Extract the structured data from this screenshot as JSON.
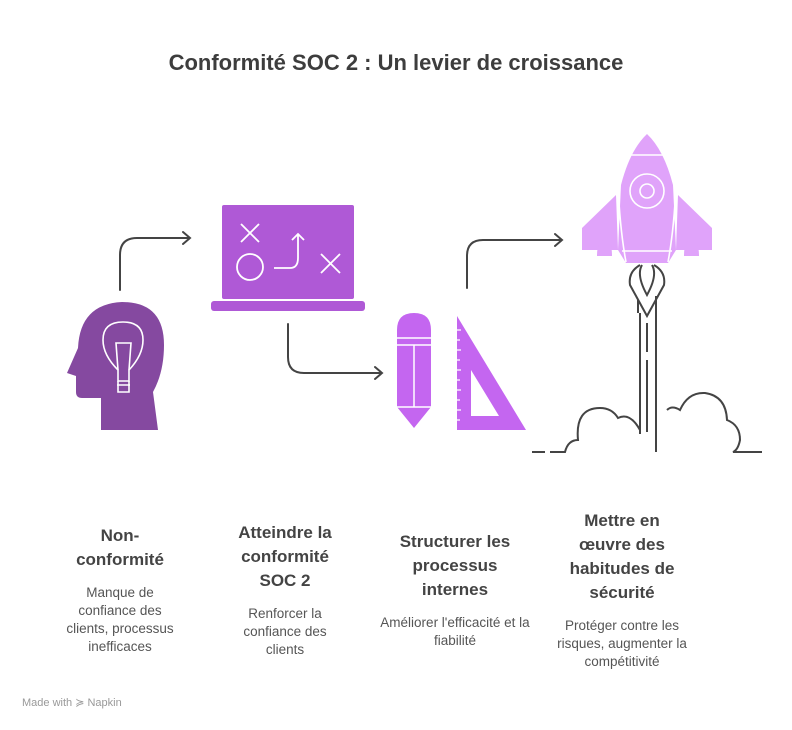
{
  "title": "Conformité SOC 2 : Un levier de croissance",
  "steps": [
    {
      "title": "Non-conformité",
      "description": "Manque de confiance des clients, processus inefficaces",
      "icon": "head-lightbulb-icon",
      "color": "#8549A0"
    },
    {
      "title": "Atteindre la conformité SOC 2",
      "description": "Renforcer la confiance des clients",
      "icon": "laptop-strategy-icon",
      "color": "#AF59D6"
    },
    {
      "title": "Structurer les processus internes",
      "description": "Améliorer l'efficacité et la fiabilité",
      "icon": "pencil-ruler-icon",
      "color": "#C466F0"
    },
    {
      "title": "Mettre en œuvre des habitudes de sécurité",
      "description": "Protéger contre les risques, augmenter la compétitivité",
      "icon": "rocket-icon",
      "color": "#E0A3FA"
    }
  ],
  "footer": {
    "made_with": "Made with",
    "brand": "Napkin"
  }
}
